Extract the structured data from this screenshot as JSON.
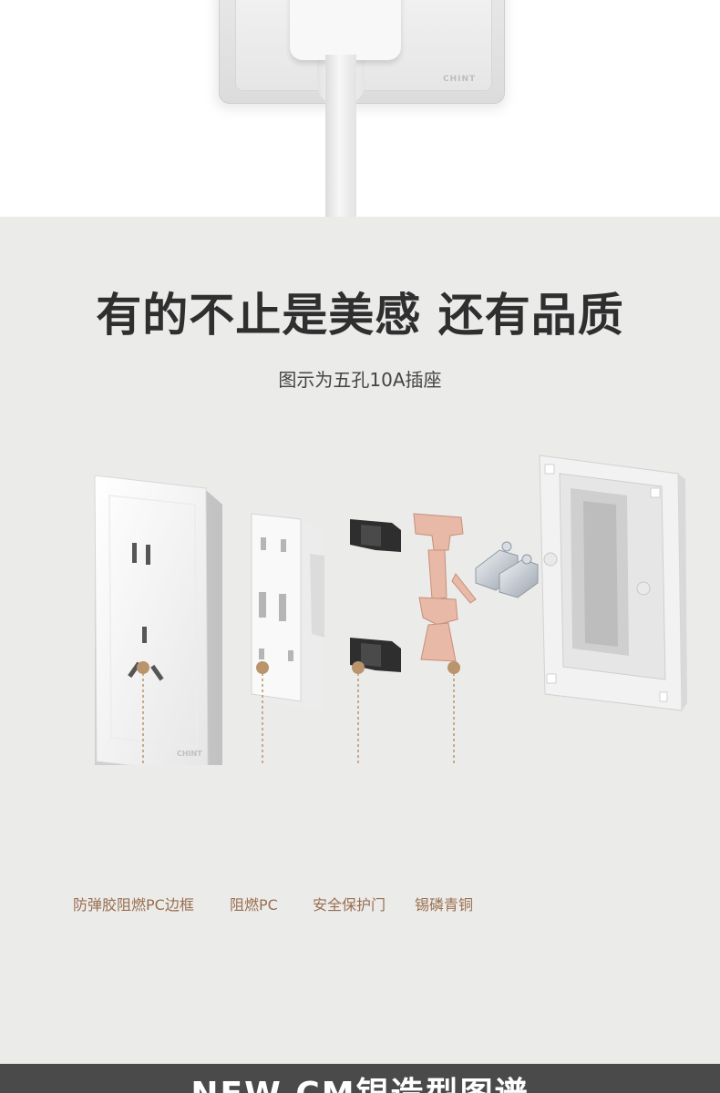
{
  "top_image": {
    "brand_mark": "CHINT"
  },
  "headline": "有的不止是美感 还有品质",
  "subtitle": "图示为五孔10A插座",
  "diagram": {
    "panel_brand_mark": "CHINT"
  },
  "part_labels": [
    "防弹胶阻燃PC边框",
    "阻燃PC",
    "安全保护门",
    "锡磷青铜"
  ],
  "colors": {
    "accent_dot": "#b9946c",
    "label_text": "#9a6f4f",
    "phosphor_bronze": "#e7b9a6",
    "background": "#ebebea",
    "banner": "#4a4a4a"
  },
  "bottom_banner": {
    "text": "NEW CM银造型图谱"
  }
}
